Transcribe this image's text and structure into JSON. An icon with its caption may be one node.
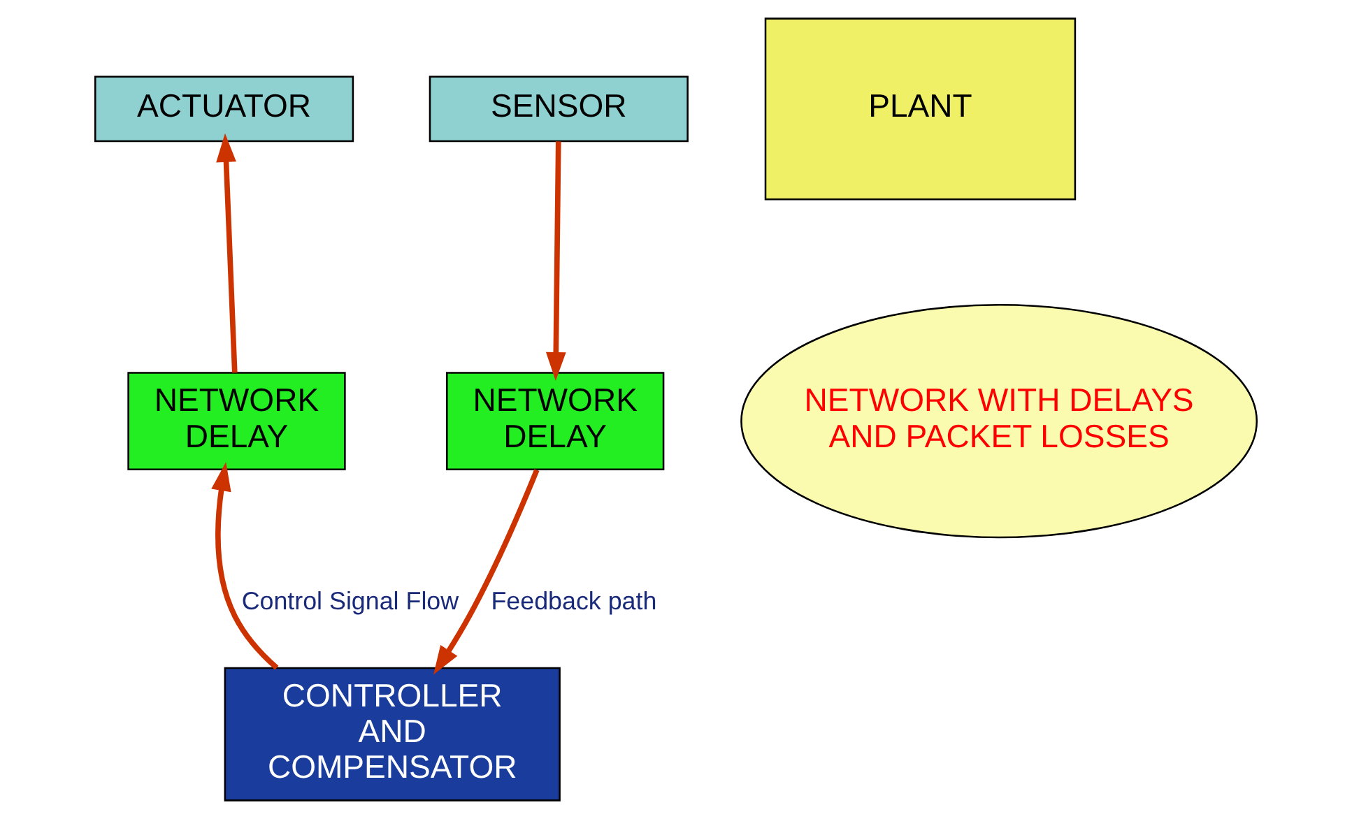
{
  "diagram": {
    "nodes": [
      {
        "text": [
          "ACTUATOR"
        ]
      },
      {
        "text": [
          "PLANT"
        ]
      },
      {
        "text": [
          "SENSOR"
        ]
      },
      {
        "text": [
          "NETWORK DELAY"
        ]
      },
      {
        "text": [
          "NETWORK WITH DELAYS AND PACKET LOSSES"
        ]
      },
      {
        "text": [
          "NETWORK DELAY"
        ]
      },
      {
        "text": [
          "CONTROLLER AND COMPENSATOR"
        ]
      }
    ],
    "edges": [
      {
        "from": 2,
        "to": 5,
        "arrow": "to"
      },
      {
        "from": 5,
        "to": 6,
        "arrow": "to",
        "label": "Feedback path"
      },
      {
        "from": 6,
        "to": 3,
        "arrow": "to",
        "label": "Control Signal Flow"
      },
      {
        "from": 3,
        "to": 0,
        "arrow": "to"
      }
    ]
  }
}
